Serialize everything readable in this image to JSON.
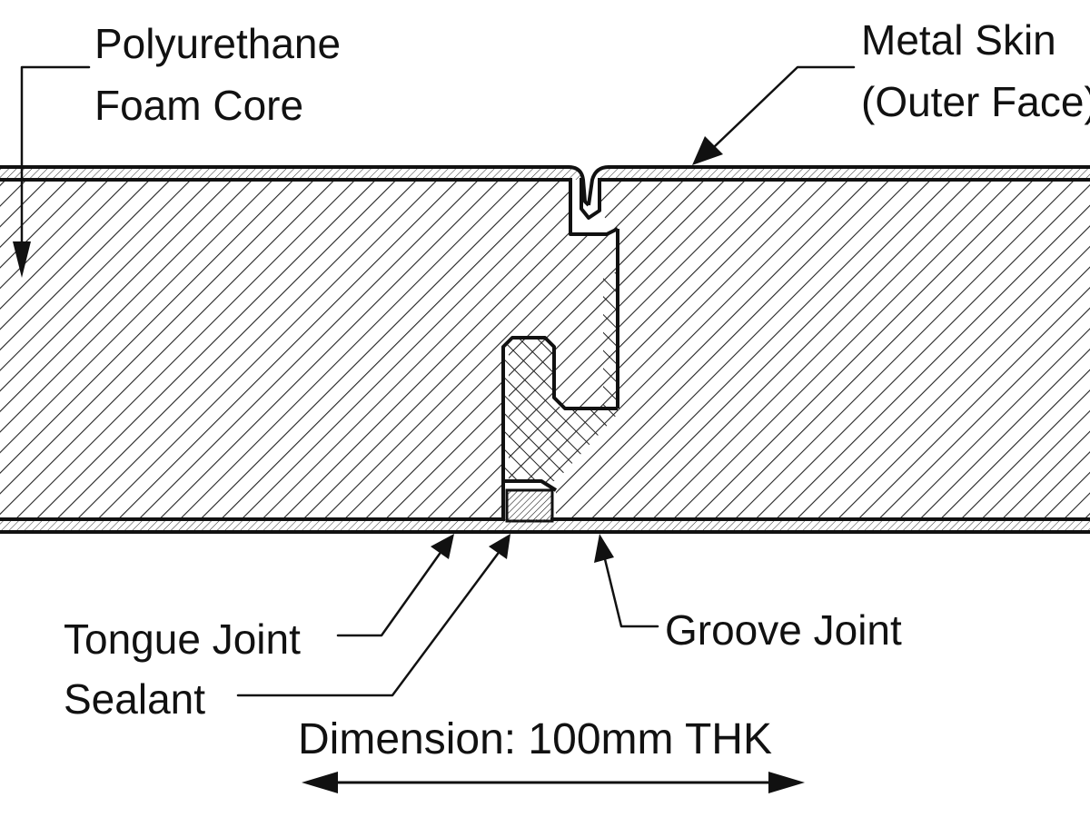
{
  "labels": {
    "core_line1": "Polyurethane",
    "core_line2": "Foam Core",
    "skin_line1": "Metal Skin",
    "skin_line2": "(Outer Face)",
    "tongue_line1": "Tongue Joint",
    "tongue_line2": "Sealant",
    "groove": "Groove Joint",
    "dimension": "Dimension: 100mm THK"
  },
  "colors": {
    "ink": "#111111",
    "background": "#ffffff",
    "hatch": "#222222"
  }
}
